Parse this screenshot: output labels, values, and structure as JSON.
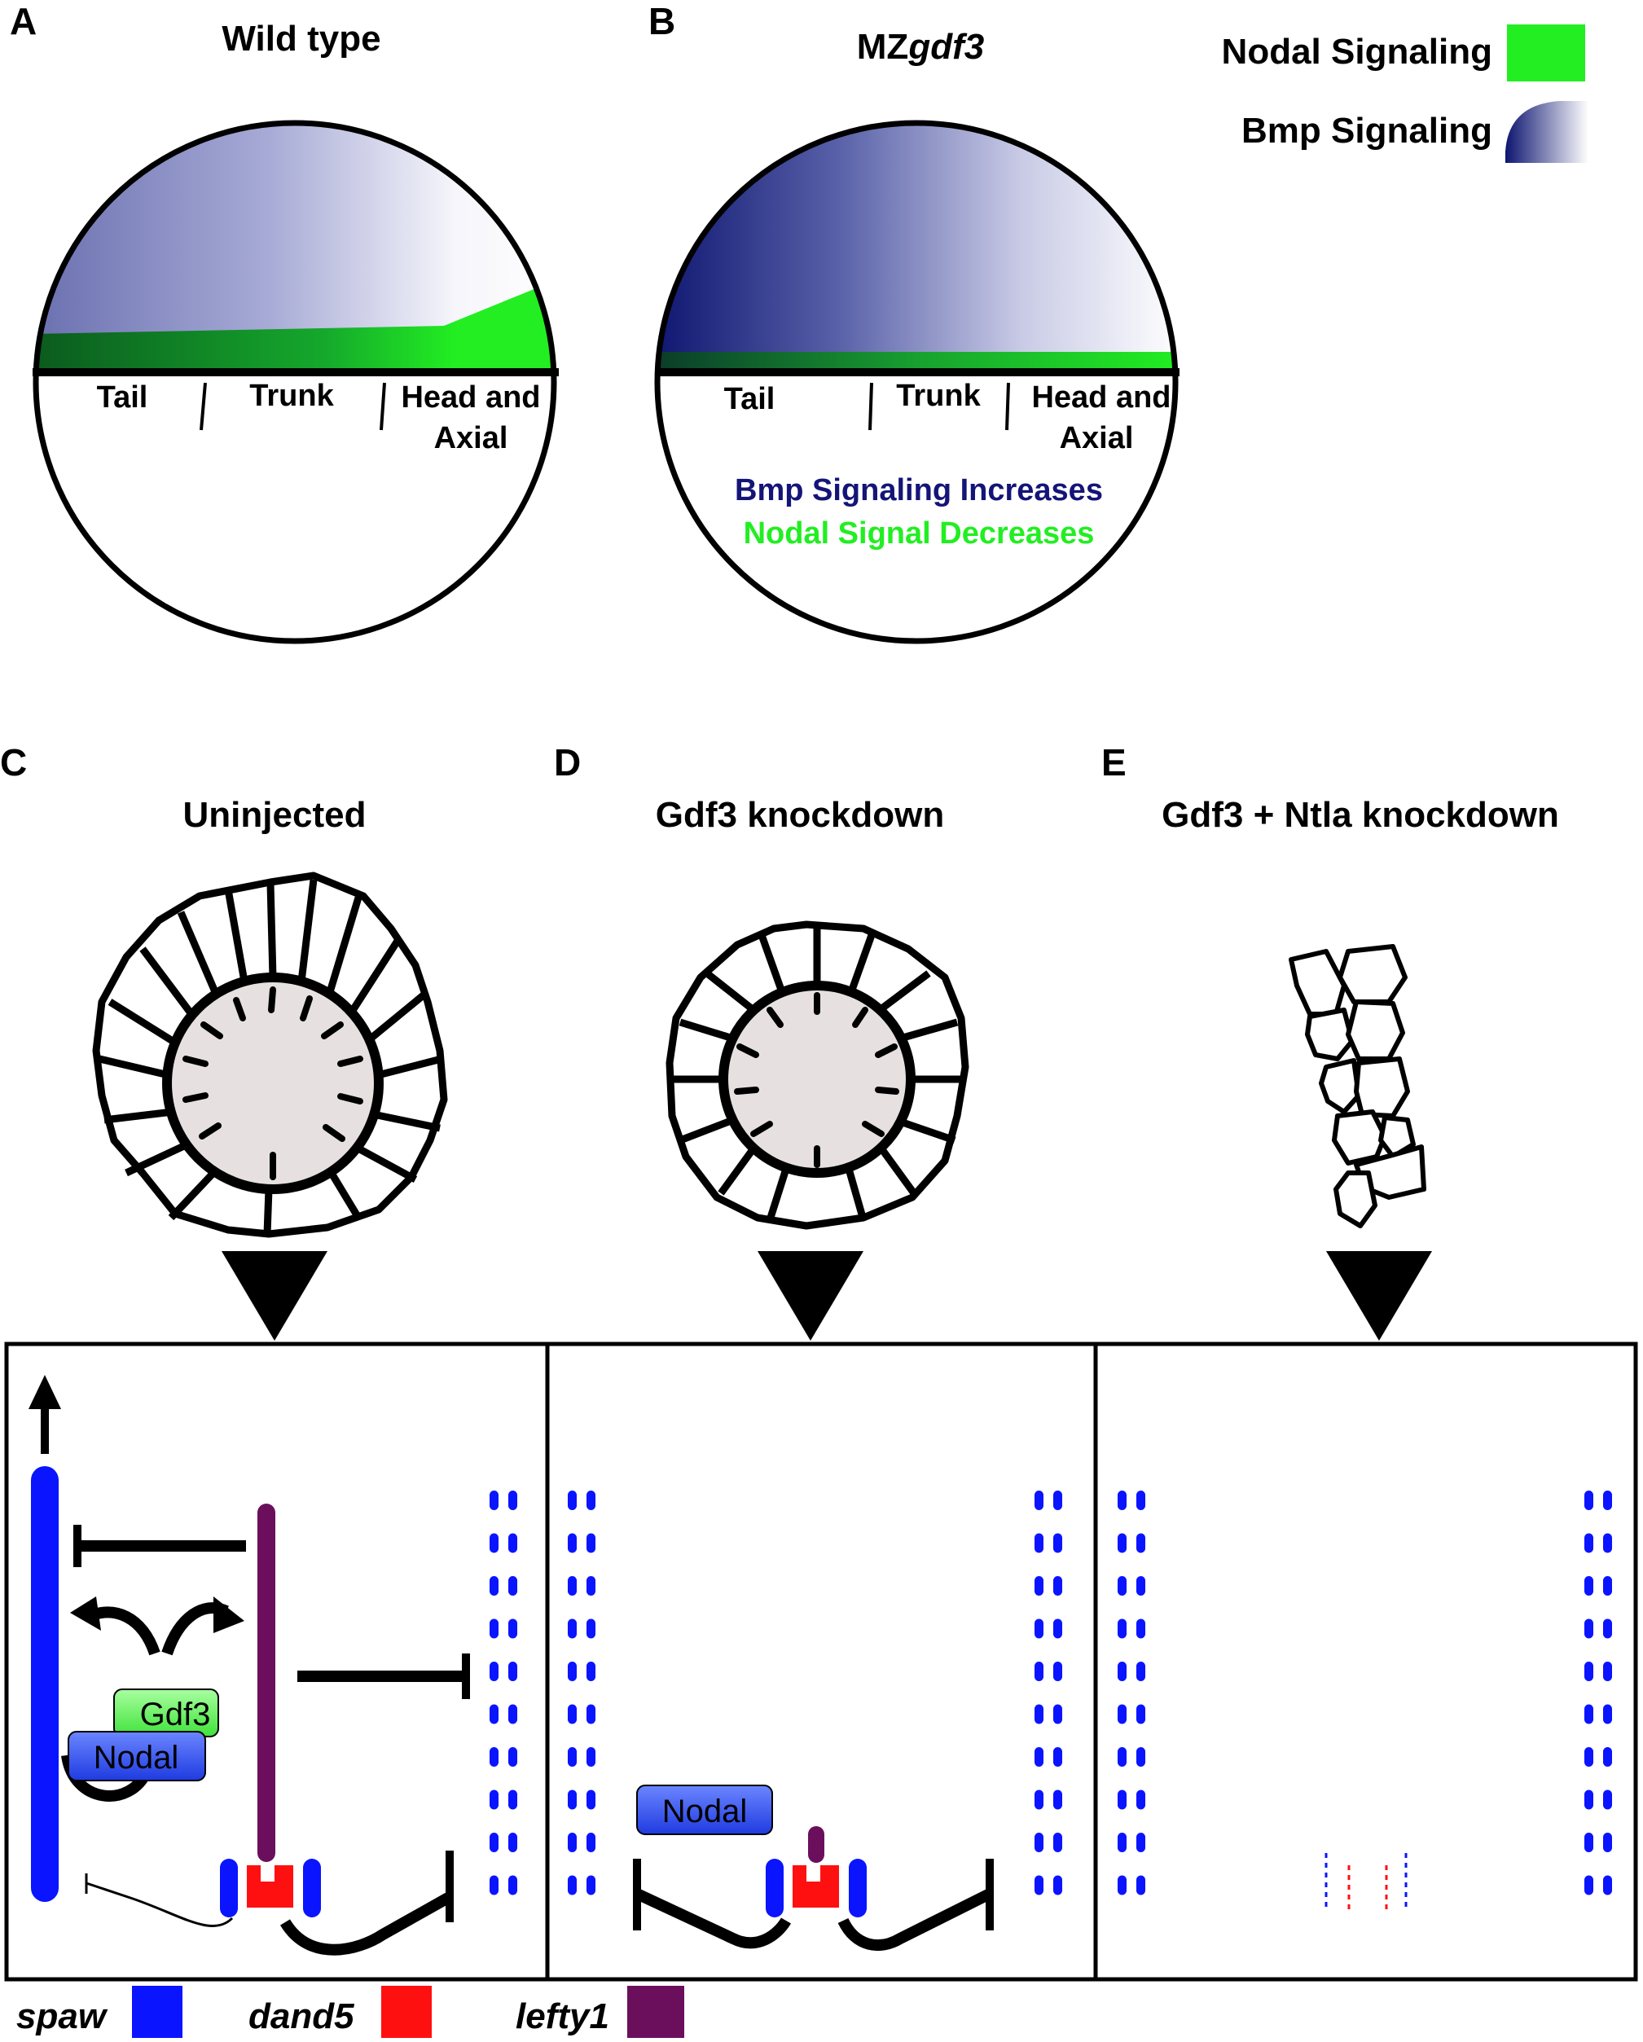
{
  "panels": {
    "a": {
      "letter": "A",
      "title": "Wild type",
      "regions": [
        "Tail",
        "Trunk",
        "Head and",
        "Axial"
      ]
    },
    "b": {
      "letter": "B",
      "title_prefix": "MZ",
      "title_italic": "gdf3",
      "regions": [
        "Tail",
        "Trunk",
        "Head and",
        "Axial"
      ],
      "notes": [
        {
          "text": "Bmp Signaling Increases",
          "color": "#141478"
        },
        {
          "text": "Nodal Signal Decreases",
          "color": "#22ee22"
        }
      ]
    },
    "c": {
      "letter": "C",
      "title": "Uninjected"
    },
    "d": {
      "letter": "D",
      "title": "Gdf3 knockdown"
    },
    "e": {
      "letter": "E",
      "title": "Gdf3 + Ntla knockdown"
    }
  },
  "legend_top": [
    {
      "label": "Nodal Signaling",
      "color": "#22ee22",
      "icon": "green-square"
    },
    {
      "label": "Bmp Signaling",
      "color": "#0d1570",
      "icon": "blue-gradient-quarter"
    }
  ],
  "pathway": {
    "gdf3_label": "Gdf3",
    "nodal_label": "Nodal"
  },
  "knockdown": {
    "nodal_label": "Nodal"
  },
  "legend_bottom": [
    {
      "label": "spaw",
      "color": "#0a14ff"
    },
    {
      "label": "dand5",
      "color": "#ff1010"
    },
    {
      "label": "lefty1",
      "color": "#6b0f5c"
    }
  ],
  "colors": {
    "nodal": "#22ee22",
    "bmp_dark": "#0d1570",
    "spaw": "#0a14ff",
    "dand5": "#ff1010",
    "lefty1": "#6b0f5c",
    "lumen": "#e6e0e0"
  }
}
